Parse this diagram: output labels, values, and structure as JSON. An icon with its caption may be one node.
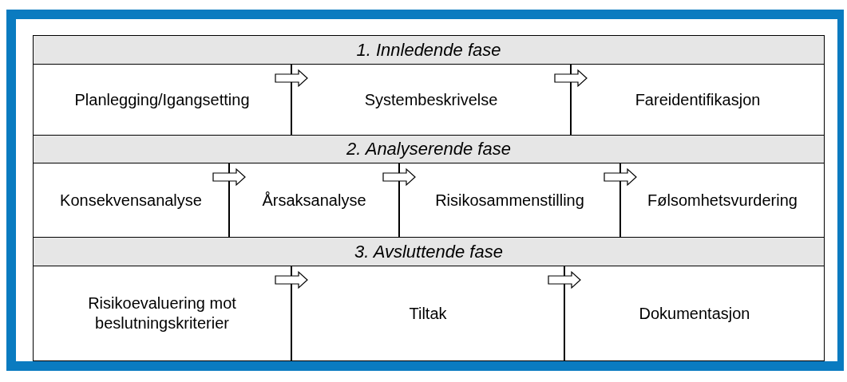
{
  "diagram": {
    "nodes": [
      {
        "text": [
          "1. Innledende fase"
        ]
      },
      {
        "text": [
          "Planlegging/Igangsetting"
        ]
      },
      {
        "text": [
          "Systembeskrivelse"
        ]
      },
      {
        "text": [
          "Fareidentifikasjon"
        ]
      },
      {
        "text": [
          "2. Analyserende fase"
        ]
      },
      {
        "text": [
          "Konsekvensanalyse"
        ]
      },
      {
        "text": [
          "Årsaksanalyse"
        ]
      },
      {
        "text": [
          "Risikosammenstilling"
        ]
      },
      {
        "text": [
          "Følsomhetsvurdering"
        ]
      },
      {
        "text": [
          "3. Avsluttende fase"
        ]
      },
      {
        "text": [
          "Risikoevaluering mot beslutningskriterier"
        ]
      },
      {
        "text": [
          "Tiltak"
        ]
      },
      {
        "text": [
          "Dokumentasjon"
        ]
      }
    ],
    "edges": [
      {
        "from": 1,
        "to": 2,
        "arrow": "to"
      },
      {
        "from": 2,
        "to": 3,
        "arrow": "to"
      },
      {
        "from": 5,
        "to": 6,
        "arrow": "to"
      },
      {
        "from": 6,
        "to": 7,
        "arrow": "to"
      },
      {
        "from": 7,
        "to": 8,
        "arrow": "to"
      },
      {
        "from": 10,
        "to": 11,
        "arrow": "to"
      },
      {
        "from": 11,
        "to": 12,
        "arrow": "to"
      }
    ]
  }
}
